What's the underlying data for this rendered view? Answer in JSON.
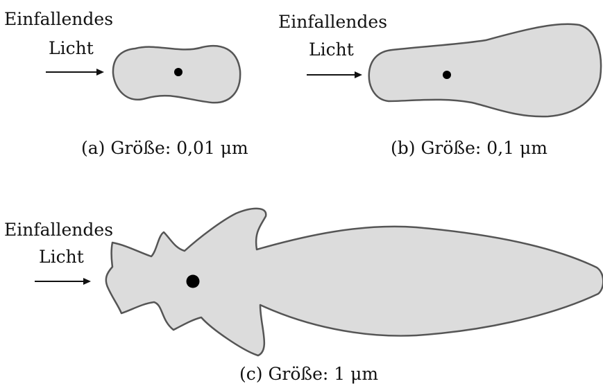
{
  "incident_light_label": {
    "line1": "Einfallendes",
    "line2": "Licht"
  },
  "panels": [
    {
      "id": "a",
      "caption": "(a) Größe: 0,01 μm",
      "particle_size": "0,01 μm"
    },
    {
      "id": "b",
      "caption": "(b) Größe: 0,1 μm",
      "particle_size": "0,1 μm"
    },
    {
      "id": "c",
      "caption": "(c) Größe: 1 μm",
      "particle_size": "1 μm"
    }
  ],
  "colors": {
    "shape_fill": "#dcdcdc",
    "shape_stroke": "#555555",
    "text": "#111111",
    "particle": "#000000"
  }
}
